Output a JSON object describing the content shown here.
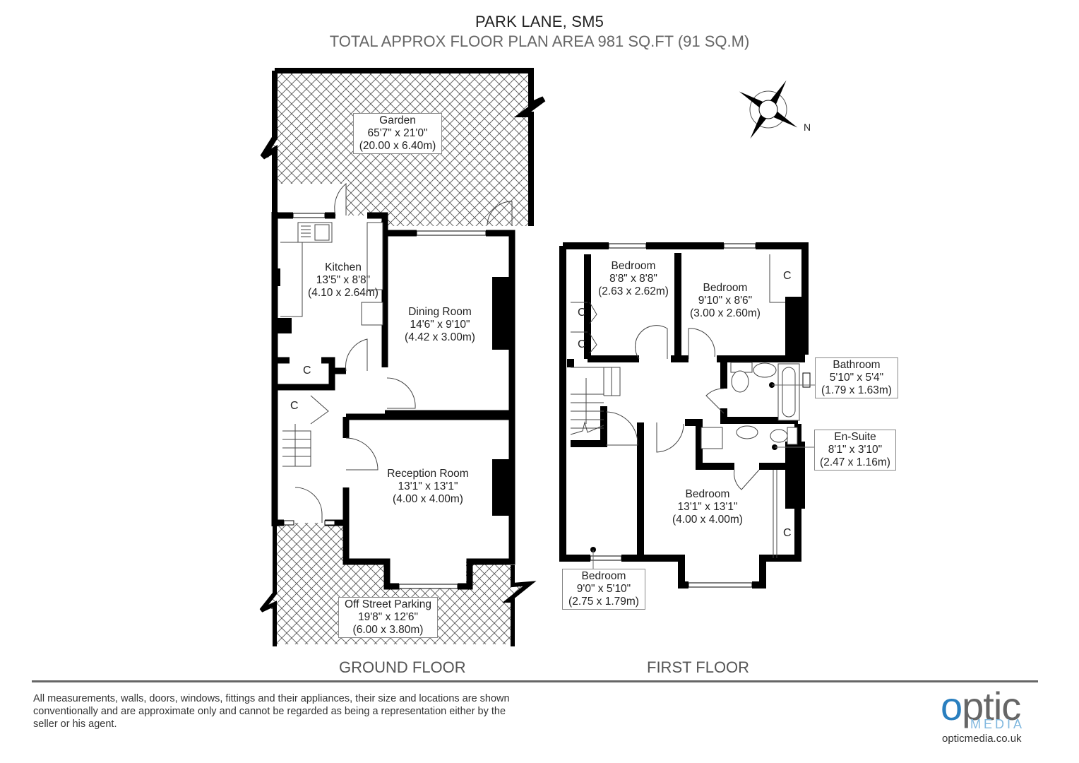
{
  "header": {
    "title": "PARK LANE, SM5",
    "subtitle": "TOTAL APPROX FLOOR PLAN AREA 981 SQ.FT (91 SQ.M)"
  },
  "compass": {
    "icon": "compass-rose-icon",
    "label": "N"
  },
  "ground_floor": {
    "label": "GROUND FLOOR",
    "rooms": [
      {
        "name": "Garden",
        "imperial": "65'7\" x 21'0\"",
        "metric": "(20.00 x 6.40m)"
      },
      {
        "name": "Kitchen",
        "imperial": "13'5\" x 8'8\"",
        "metric": "(4.10 x 2.64m)"
      },
      {
        "name": "Dining Room",
        "imperial": "14'6\" x 9'10\"",
        "metric": "(4.42 x 3.00m)"
      },
      {
        "name": "Reception Room",
        "imperial": "13'1\" x 13'1\"",
        "metric": "(4.00 x 4.00m)"
      },
      {
        "name": "Off Street Parking",
        "imperial": "19'8\" x 12'6\"",
        "metric": "(6.00 x 3.80m)"
      }
    ],
    "cupboards": [
      "C",
      "C"
    ]
  },
  "first_floor": {
    "label": "FIRST FLOOR",
    "rooms": [
      {
        "name": "Bedroom",
        "imperial": "8'8\" x 8'8\"",
        "metric": "(2.63 x 2.62m)"
      },
      {
        "name": "Bedroom",
        "imperial": "9'10\" x 8'6\"",
        "metric": "(3.00 x 2.60m)"
      },
      {
        "name": "Bathroom",
        "imperial": "5'10\" x 5'4\"",
        "metric": "(1.79 x 1.63m)"
      },
      {
        "name": "En-Suite",
        "imperial": "8'1\" x 3'10\"",
        "metric": "(2.47 x 1.16m)"
      },
      {
        "name": "Bedroom",
        "imperial": "13'1\" x 13'1\"",
        "metric": "(4.00 x 4.00m)"
      },
      {
        "name": "Bedroom",
        "imperial": "9'0\" x 5'10\"",
        "metric": "(2.75 x 1.79m)"
      }
    ],
    "cupboards": [
      "C",
      "C",
      "C",
      "C"
    ]
  },
  "footer": {
    "disclaimer": "All measurements, walls, doors, windows, fittings and their appliances, their size and locations are shown conventionally and are approximate only and cannot be regarded as being a representation either by the seller or his agent.",
    "logo": {
      "word_o": "o",
      "word_rest": "ptic",
      "media": "MEDIA",
      "url": "opticmedia.co.uk"
    }
  },
  "colors": {
    "wall": "#000000",
    "hatch": "#555555",
    "logo_blue": "#2a7fbf",
    "logo_grey": "#666666",
    "logo_light_blue": "#7fb7de"
  }
}
